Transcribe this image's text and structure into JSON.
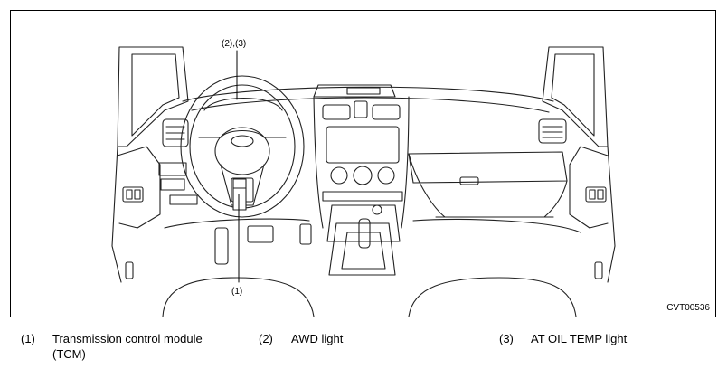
{
  "figure": {
    "code": "CVT00536",
    "callouts": {
      "top": "(2),(3)",
      "bottom": "(1)"
    }
  },
  "legend": [
    {
      "number": "(1)",
      "text_line1": "Transmission control module",
      "text_line2": "(TCM)"
    },
    {
      "number": "(2)",
      "text_line1": "AWD light"
    },
    {
      "number": "(3)",
      "text_line1": "AT OIL TEMP light"
    }
  ]
}
